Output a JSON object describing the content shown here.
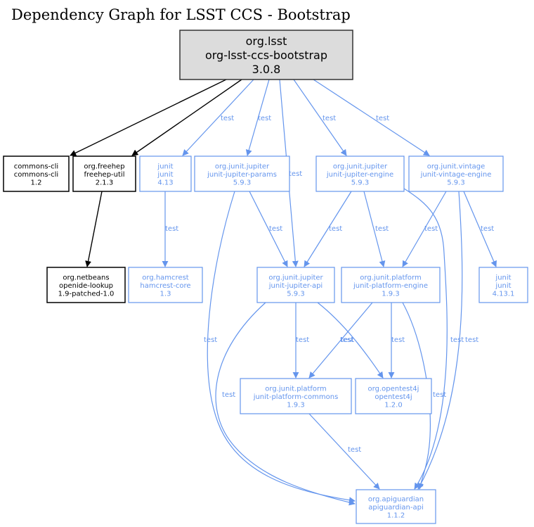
{
  "title": "Dependency Graph for LSST CCS - Bootstrap",
  "colors": {
    "compile": "#000000",
    "test": "#6495ed",
    "root_fill": "#dcdcdc",
    "root_border": "#333333"
  },
  "nodes": [
    {
      "id": "root",
      "group": "org.lsst",
      "artifact": "org-lsst-ccs-bootstrap",
      "version": "3.0.8",
      "scope": "root"
    },
    {
      "id": "commons-cli",
      "group": "commons-cli",
      "artifact": "commons-cli",
      "version": "1.2",
      "scope": "compile"
    },
    {
      "id": "freehep-util",
      "group": "org.freehep",
      "artifact": "freehep-util",
      "version": "2.1.3",
      "scope": "compile"
    },
    {
      "id": "junit-4.13",
      "group": "junit",
      "artifact": "junit",
      "version": "4.13",
      "scope": "test"
    },
    {
      "id": "jupiter-params",
      "group": "org.junit.jupiter",
      "artifact": "junit-jupiter-params",
      "version": "5.9.3",
      "scope": "test"
    },
    {
      "id": "jupiter-engine",
      "group": "org.junit.jupiter",
      "artifact": "junit-jupiter-engine",
      "version": "5.9.3",
      "scope": "test"
    },
    {
      "id": "vintage-engine",
      "group": "org.junit.vintage",
      "artifact": "junit-vintage-engine",
      "version": "5.9.3",
      "scope": "test"
    },
    {
      "id": "openide-lookup",
      "group": "org.netbeans",
      "artifact": "openide-lookup",
      "version": "1.9-patched-1.0",
      "scope": "compile"
    },
    {
      "id": "hamcrest-core",
      "group": "org.hamcrest",
      "artifact": "hamcrest-core",
      "version": "1.3",
      "scope": "test"
    },
    {
      "id": "jupiter-api",
      "group": "org.junit.jupiter",
      "artifact": "junit-jupiter-api",
      "version": "5.9.3",
      "scope": "test"
    },
    {
      "id": "platform-engine",
      "group": "org.junit.platform",
      "artifact": "junit-platform-engine",
      "version": "1.9.3",
      "scope": "test"
    },
    {
      "id": "junit-4.13.1",
      "group": "junit",
      "artifact": "junit",
      "version": "4.13.1",
      "scope": "test"
    },
    {
      "id": "platform-commons",
      "group": "org.junit.platform",
      "artifact": "junit-platform-commons",
      "version": "1.9.3",
      "scope": "test"
    },
    {
      "id": "opentest4j",
      "group": "org.opentest4j",
      "artifact": "opentest4j",
      "version": "1.2.0",
      "scope": "test"
    },
    {
      "id": "apiguardian",
      "group": "org.apiguardian",
      "artifact": "apiguardian-api",
      "version": "1.1.2",
      "scope": "test"
    }
  ],
  "edges": [
    {
      "from": "root",
      "to": "commons-cli",
      "label": ""
    },
    {
      "from": "root",
      "to": "freehep-util",
      "label": ""
    },
    {
      "from": "root",
      "to": "junit-4.13",
      "label": "test"
    },
    {
      "from": "root",
      "to": "jupiter-params",
      "label": "test"
    },
    {
      "from": "root",
      "to": "jupiter-api",
      "label": "test"
    },
    {
      "from": "root",
      "to": "jupiter-engine",
      "label": "test"
    },
    {
      "from": "root",
      "to": "vintage-engine",
      "label": "test"
    },
    {
      "from": "freehep-util",
      "to": "openide-lookup",
      "label": ""
    },
    {
      "from": "junit-4.13",
      "to": "hamcrest-core",
      "label": "test"
    },
    {
      "from": "jupiter-params",
      "to": "jupiter-api",
      "label": "test"
    },
    {
      "from": "jupiter-params",
      "to": "apiguardian",
      "label": "test"
    },
    {
      "from": "jupiter-engine",
      "to": "jupiter-api",
      "label": "test"
    },
    {
      "from": "jupiter-engine",
      "to": "platform-engine",
      "label": "test"
    },
    {
      "from": "jupiter-engine",
      "to": "apiguardian",
      "label": "test"
    },
    {
      "from": "vintage-engine",
      "to": "platform-engine",
      "label": "test"
    },
    {
      "from": "vintage-engine",
      "to": "junit-4.13.1",
      "label": "test"
    },
    {
      "from": "vintage-engine",
      "to": "apiguardian",
      "label": "test"
    },
    {
      "from": "jupiter-api",
      "to": "platform-commons",
      "label": "test"
    },
    {
      "from": "jupiter-api",
      "to": "opentest4j",
      "label": "test"
    },
    {
      "from": "jupiter-api",
      "to": "apiguardian",
      "label": "test"
    },
    {
      "from": "platform-engine",
      "to": "platform-commons",
      "label": "test"
    },
    {
      "from": "platform-engine",
      "to": "opentest4j",
      "label": "test"
    },
    {
      "from": "platform-engine",
      "to": "apiguardian",
      "label": "test"
    },
    {
      "from": "platform-commons",
      "to": "apiguardian",
      "label": "test"
    }
  ]
}
